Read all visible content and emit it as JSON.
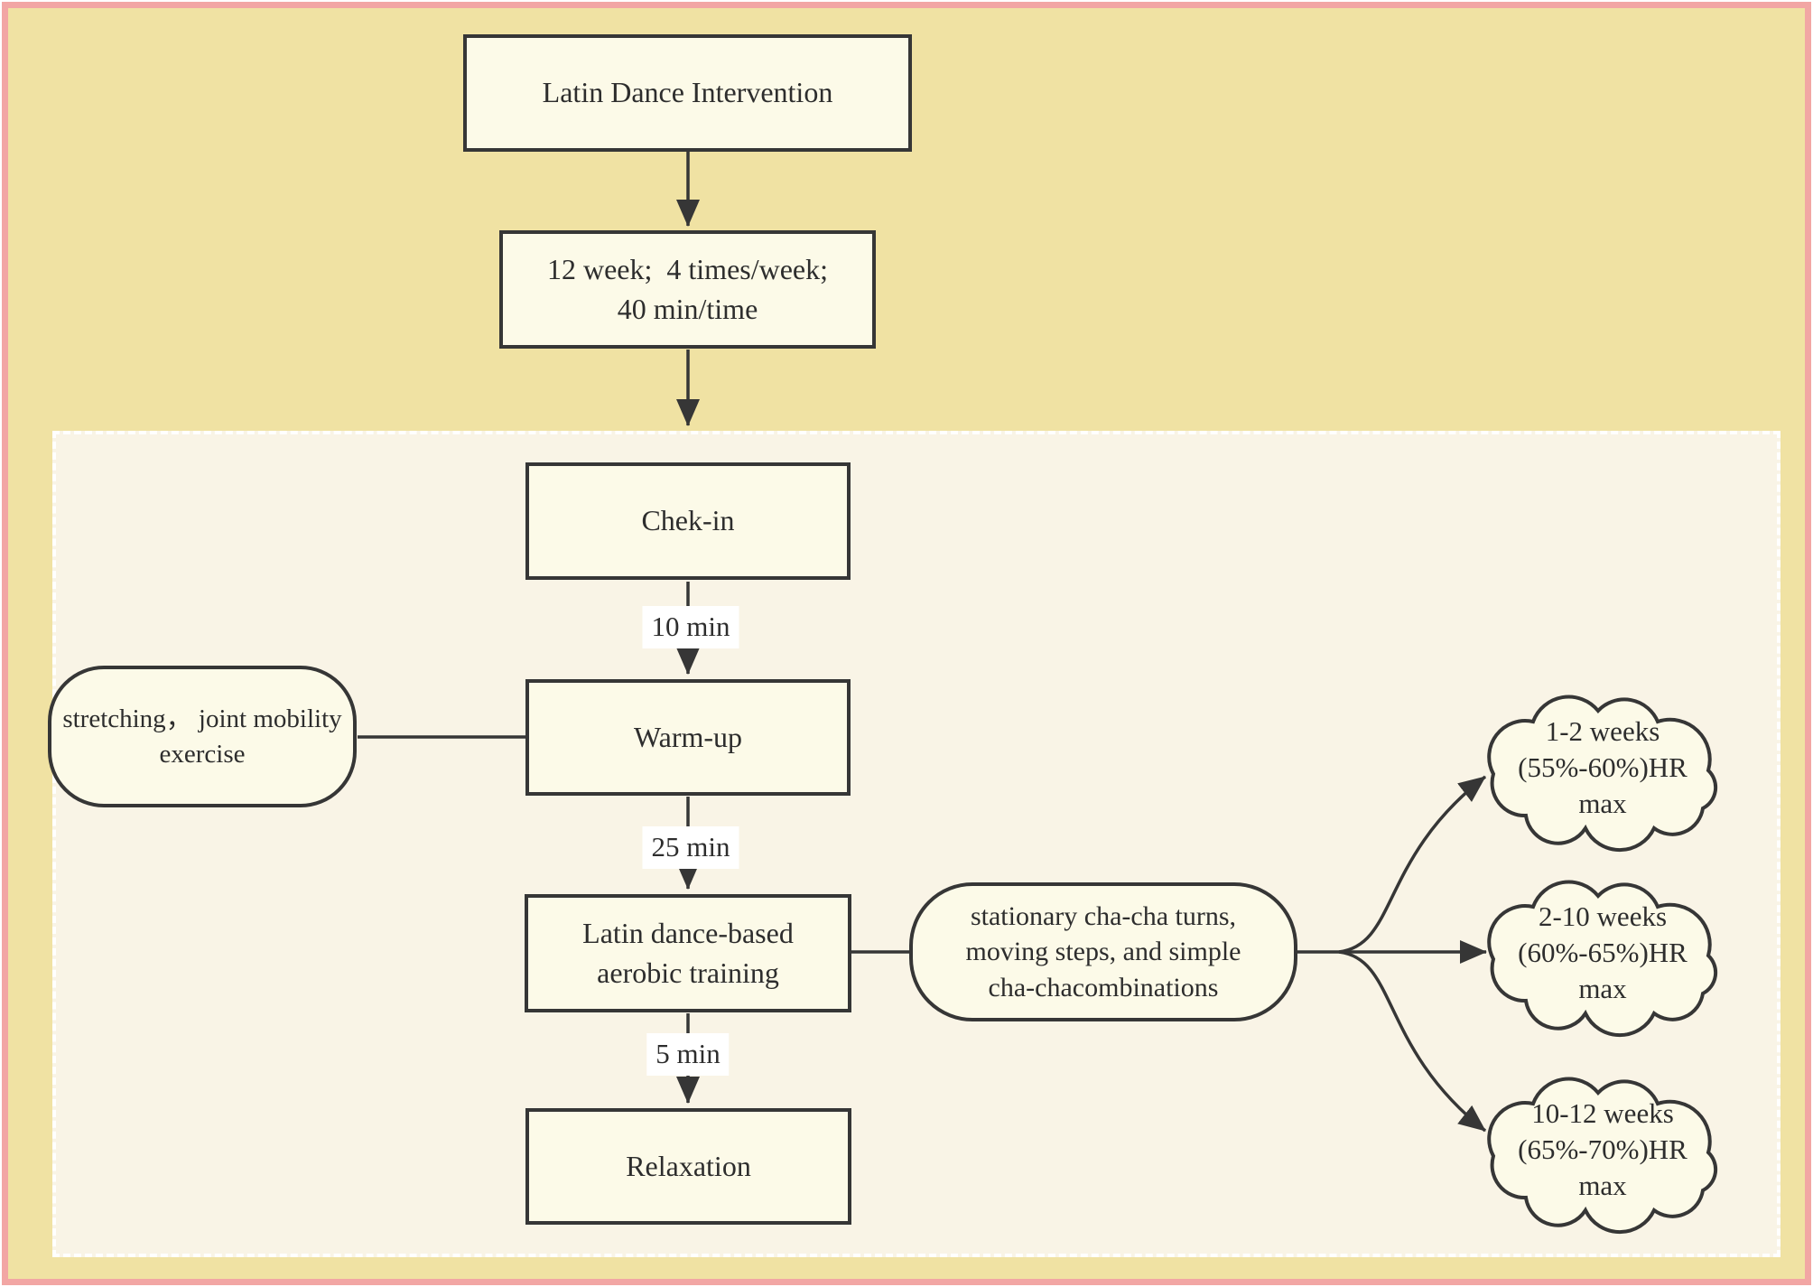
{
  "nodes": {
    "intervention": {
      "label": "Latin Dance Intervention"
    },
    "schedule": {
      "lines": [
        "12 week;  4 times/week;",
        "40 min/time"
      ]
    },
    "checkin": {
      "label": "Chek-in"
    },
    "warmup": {
      "label": "Warm-up"
    },
    "aerobic": {
      "lines": [
        "Latin dance-based",
        "aerobic training"
      ]
    },
    "relaxation": {
      "label": "Relaxation"
    },
    "stretching_note": {
      "lines": [
        "stretching， joint mobility",
        "exercise"
      ]
    },
    "chacha_note": {
      "lines": [
        "stationary cha-cha turns,",
        "moving steps, and simple",
        "cha-chacombinations"
      ]
    }
  },
  "edge_labels": {
    "checkin_to_warmup": "10 min",
    "warmup_to_aerobic": "25 min",
    "aerobic_to_relaxation": "5 min"
  },
  "clouds": [
    {
      "lines": [
        "1-2 weeks",
        "(55%-60%)HR",
        "max"
      ]
    },
    {
      "lines": [
        "2-10 weeks",
        "(60%-65%)HR",
        "max"
      ]
    },
    {
      "lines": [
        "10-12 weeks",
        "(65%-70%)HR",
        "max"
      ]
    }
  ],
  "colors": {
    "outer_background": "#f0e2a3",
    "outer_border": "#f2a6a4",
    "panel_background": "#f9f4e6",
    "panel_border": "#ffffff",
    "node_fill": "#fcfae8",
    "node_border": "#363636",
    "text": "#2d2d2d",
    "edge_label_background": "#ffffff"
  }
}
